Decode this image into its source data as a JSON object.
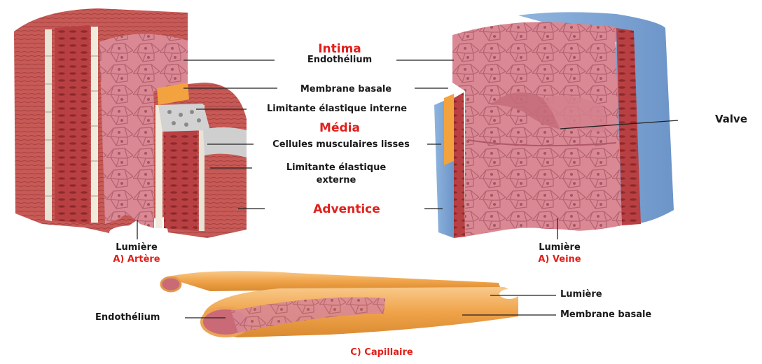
{
  "colors": {
    "heading_red": "#e0201b",
    "label": "#1a1a1a",
    "tissue_pink": "#d9808f",
    "muscle_red": "#b8403f",
    "vein_blue": "#7aa2d2",
    "capillary_orange": "#f0a34a"
  },
  "labels": {
    "intima": "Intima",
    "endothelium": "Endothélium",
    "basal_membrane": "Membrane basale",
    "internal_elastic": "Limitante élastique interne",
    "media": "Média",
    "smooth_muscle": "Cellules musculaires lisses",
    "external_elastic_1": "Limitante élastique",
    "external_elastic_2": "externe",
    "adventitia": "Adventice",
    "valve": "Valve",
    "artery_lumen": "Lumière",
    "artery_caption": "A) Artère",
    "vein_lumen": "Lumière",
    "vein_caption": "A) Veine",
    "capillary_lumen": "Lumière",
    "capillary_endothelium": "Endothélium",
    "capillary_basal": "Membrane basale",
    "capillary_caption": "C) Capillaire"
  }
}
